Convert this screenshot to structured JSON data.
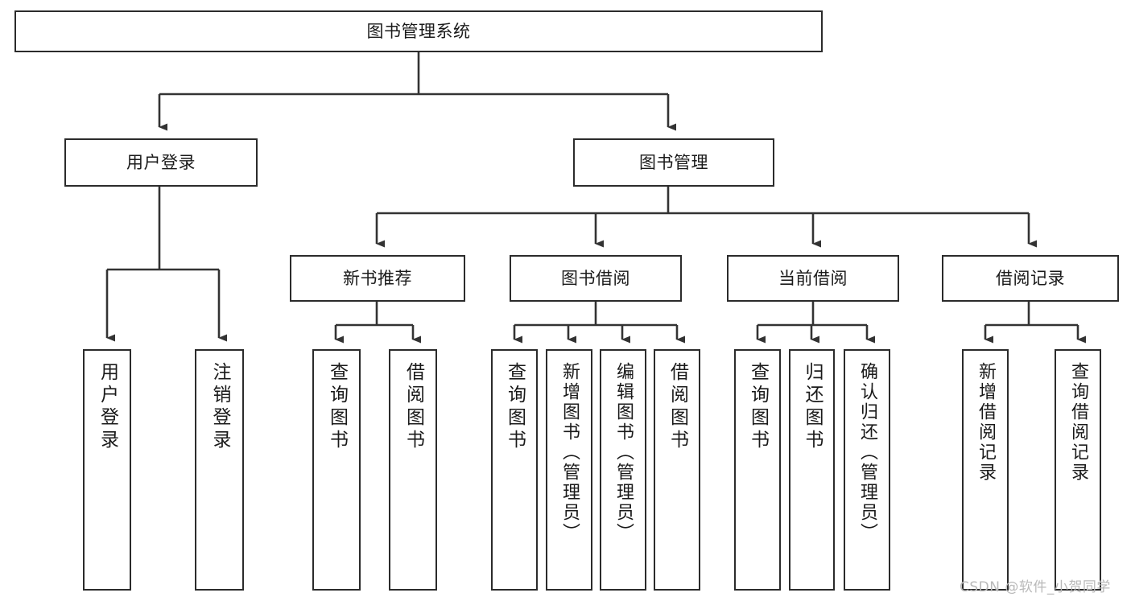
{
  "diagram": {
    "title": "图书管理系统",
    "watermark": "CSDN @软件_小贺同学",
    "colors": {
      "box_border": "#2b2b2b",
      "box_fill": "#ffffff",
      "edge": "#333333",
      "text": "#1a1a1a",
      "watermark": "#b9b9b9",
      "background": "#ffffff"
    },
    "root": {
      "label": "图书管理系统"
    },
    "level2": [
      {
        "label": "用户登录"
      },
      {
        "label": "图书管理"
      }
    ],
    "level3": [
      {
        "label": "新书推荐"
      },
      {
        "label": "图书借阅"
      },
      {
        "label": "当前借阅"
      },
      {
        "label": "借阅记录"
      }
    ],
    "leaves": {
      "user_login": [
        {
          "label": "用户登录"
        },
        {
          "label": "注销登录"
        }
      ],
      "new_book_recommend": [
        {
          "label": "查询图书"
        },
        {
          "label": "借阅图书"
        }
      ],
      "book_borrow": [
        {
          "label": "查询图书"
        },
        {
          "label": "新增图书（管理员）"
        },
        {
          "label": "编辑图书（管理员）"
        },
        {
          "label": "借阅图书"
        }
      ],
      "current_borrow": [
        {
          "label": "查询图书"
        },
        {
          "label": "归还图书"
        },
        {
          "label": "确认归还（管理员）"
        }
      ],
      "borrow_record": [
        {
          "label": "新增借阅记录"
        },
        {
          "label": "查询借阅记录"
        }
      ]
    }
  }
}
